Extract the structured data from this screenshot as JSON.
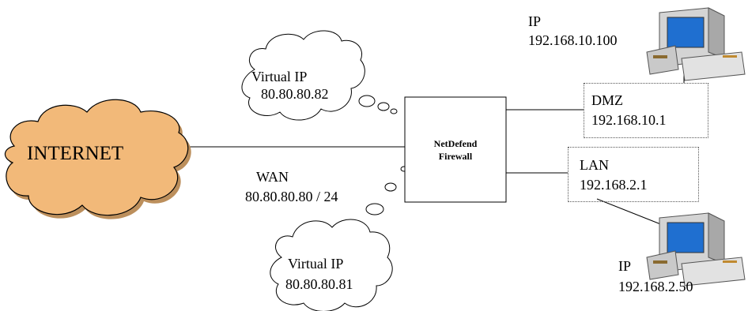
{
  "internet": {
    "label": "INTERNET"
  },
  "firewall": {
    "line1": "NetDefend",
    "line2": "Firewall"
  },
  "wan": {
    "label": "WAN",
    "address": "80.80.80.80 / 24"
  },
  "virtual_ip_top": {
    "label": "Virtual IP",
    "address": "80.80.80.82"
  },
  "virtual_ip_bottom": {
    "label": "Virtual IP",
    "address": "80.80.80.81"
  },
  "dmz": {
    "label": "DMZ",
    "address": "192.168.10.1"
  },
  "lan": {
    "label": "LAN",
    "address": "192.168.2.1"
  },
  "dmz_host": {
    "label": "IP",
    "address": "192.168.10.100"
  },
  "lan_host": {
    "label": "IP",
    "address": "192.168.2.50"
  },
  "colors": {
    "internet_fill": "#f2b979",
    "internet_stroke": "#000000",
    "monitor_screen": "#1f6fd0",
    "computer_case": "#d8d8d8"
  }
}
